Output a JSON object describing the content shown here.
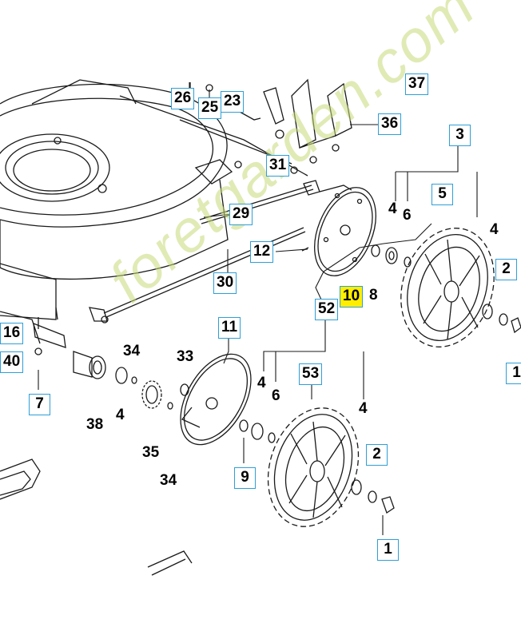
{
  "diagram": {
    "labels": {
      "l26": "26",
      "l25": "25",
      "l23": "23",
      "l37": "37",
      "l36": "36",
      "l3": "3",
      "l31": "31",
      "l29": "29",
      "l5": "5",
      "l12": "12",
      "l30": "30",
      "l10": "10",
      "l52": "52",
      "l11": "11",
      "l16": "16",
      "l40": "40",
      "l7": "7",
      "l53": "53",
      "l2a": "2",
      "l2b": "2",
      "l9": "9",
      "l1a": "1",
      "l1b": "1",
      "t4a": "4",
      "t6a": "6",
      "t4b": "4",
      "t8": "8",
      "t34a": "34",
      "t33": "33",
      "t38": "38",
      "t4c": "4",
      "t35": "35",
      "t34b": "34",
      "t6b": "6",
      "t4d": "4",
      "t4e": "4"
    },
    "highlighted_part": "10",
    "highlight_color": "#ffee00",
    "callout_border_color": "#2f9fd6",
    "watermark": {
      "text": "foretgarden.com",
      "color": "#c7d979"
    }
  }
}
